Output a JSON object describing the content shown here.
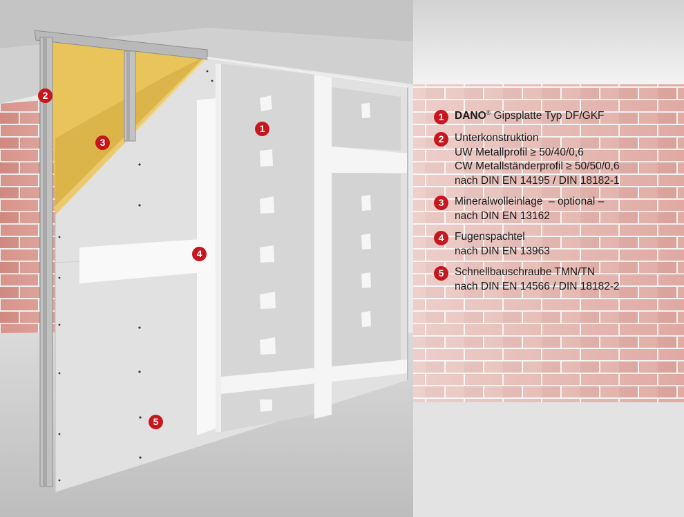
{
  "colors": {
    "accent": "#c7161d",
    "brick": "#d28f86",
    "mortar": "#ececec",
    "board": "#e3e3e3",
    "insulation": "#e8c85e",
    "floor": "#c8c8c8"
  },
  "callouts": [
    {
      "number": "1"
    },
    {
      "number": "2"
    },
    {
      "number": "3"
    },
    {
      "number": "4"
    },
    {
      "number": "5"
    }
  ],
  "legend": {
    "items": [
      {
        "number": "1",
        "brand": "DANO",
        "reg": "®",
        "lines": [
          "Gipsplatte Typ DF/GKF"
        ]
      },
      {
        "number": "2",
        "lines": [
          "Unterkonstruktion",
          "UW Metallprofil ≥ 50/40/0,6",
          "CW Metallständerprofil ≥ 50/50/0,6",
          "nach DIN EN 14195 / DIN 18182-1"
        ]
      },
      {
        "number": "3",
        "lines": [
          "Mineralwolleinlage  – optional –",
          "nach DIN EN 13162"
        ]
      },
      {
        "number": "4",
        "lines": [
          "Fugenspachtel",
          "nach DIN EN 13963"
        ]
      },
      {
        "number": "5",
        "lines": [
          "Schnellbauschraube TMN/TN",
          "nach DIN EN 14566 / DIN 18182-2"
        ]
      }
    ]
  }
}
